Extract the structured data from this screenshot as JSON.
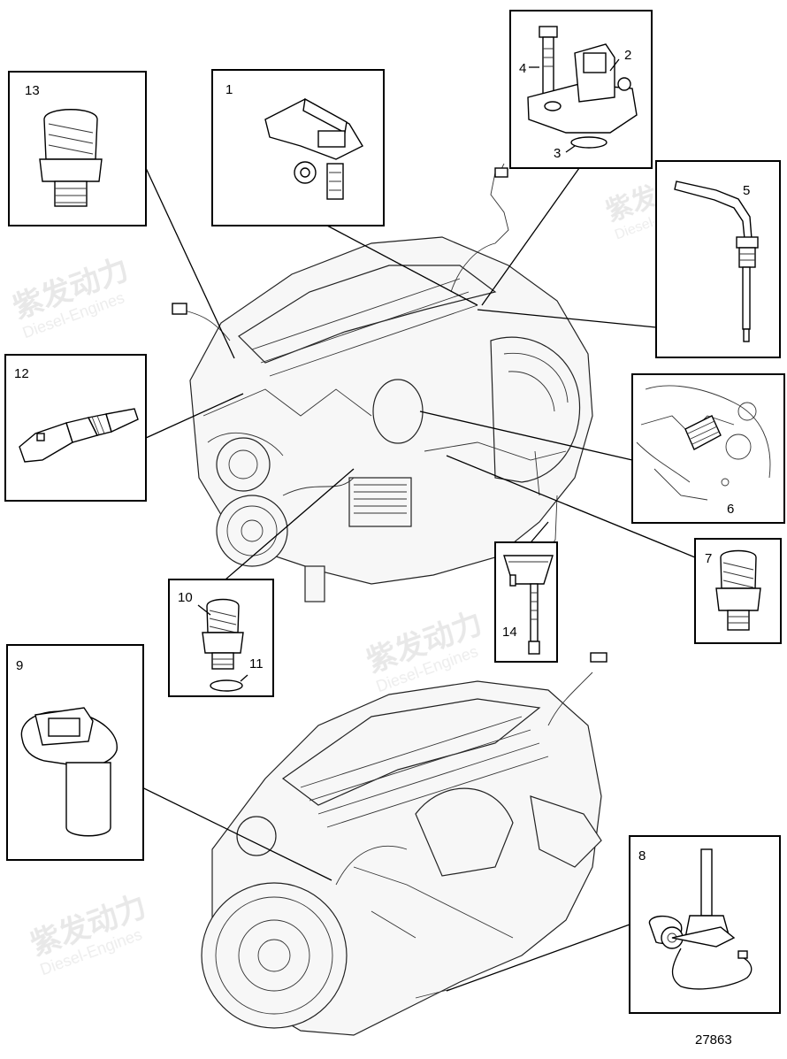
{
  "watermark": {
    "brand": "紫发动力",
    "sub": "Diesel-Engines"
  },
  "drawing_number": "27863",
  "callouts": {
    "c1": "1",
    "c2": "2",
    "c3": "3",
    "c4": "4",
    "c5": "5",
    "c6": "6",
    "c7": "7",
    "c8": "8",
    "c9": "9",
    "c10": "10",
    "c11": "11",
    "c12": "12",
    "c13": "13",
    "c14": "14"
  }
}
